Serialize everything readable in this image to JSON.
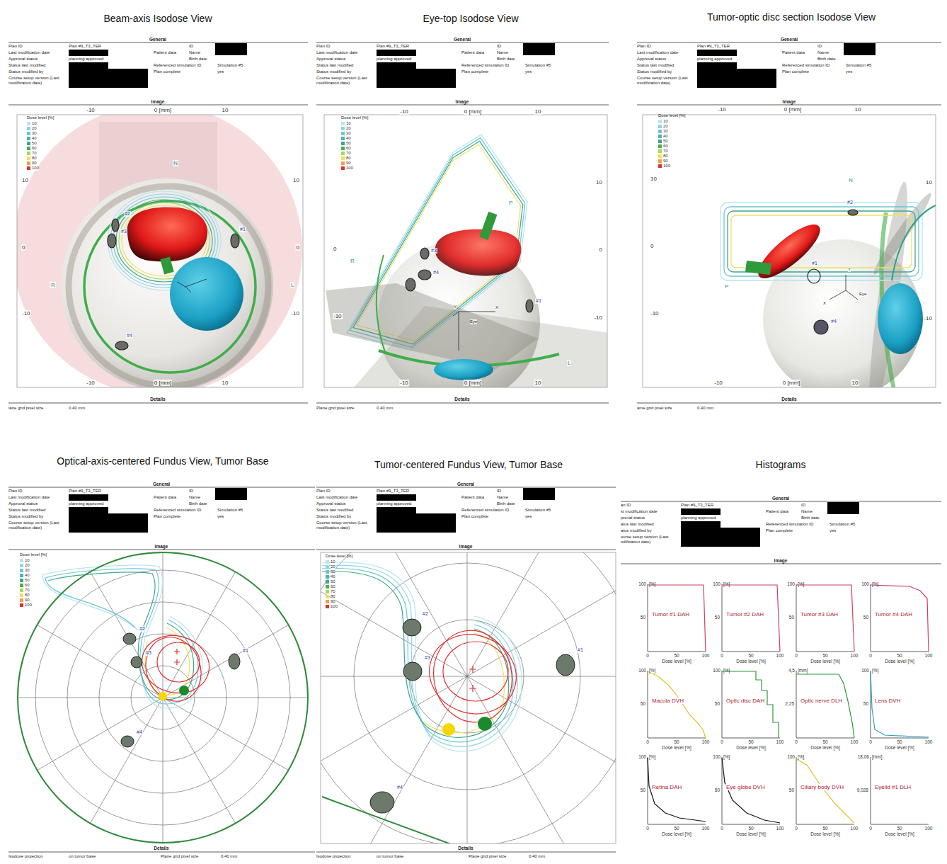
{
  "diagram": {
    "nodes": [
      {
        "text": [
          "Beam-axis Isodose View"
        ]
      },
      {
        "text": [
          "Eye-top Isodose View"
        ]
      },
      {
        "text": [
          "Tumor-optic disc section Isodose View"
        ]
      },
      {
        "text": [
          "Optical-axis-centered Fundus View, Tumor Base"
        ]
      },
      {
        "text": [
          "Tumor-centered Fundus View, Tumor Base"
        ]
      },
      {
        "text": [
          "Histograms"
        ]
      },
      {
        "text": [
          "Tumor #1 DAH"
        ],
        "in": 5
      },
      {
        "text": [
          "Tumor #2 DAH"
        ],
        "in": 5
      },
      {
        "text": [
          "Tumor #3 DAH"
        ],
        "in": 5
      },
      {
        "text": [
          "Tumor #4 DAH"
        ],
        "in": 5
      },
      {
        "text": [
          "Macula DVH"
        ],
        "in": 5
      },
      {
        "text": [
          "Optic disc DAH"
        ],
        "in": 5
      },
      {
        "text": [
          "Optic nerve DLH"
        ],
        "in": 5
      },
      {
        "text": [
          "Lens DVH"
        ],
        "in": 5
      },
      {
        "text": [
          "Retina DAH"
        ],
        "in": 5
      },
      {
        "text": [
          "Eye globe DVH"
        ],
        "in": 5
      },
      {
        "text": [
          "Ciliary body DVH"
        ],
        "in": 5
      },
      {
        "text": [
          "Eyelid #1 DLH"
        ],
        "in": 5
      }
    ],
    "labels": [
      "General",
      "Plan ID",
      "Last modification date",
      "Approval status",
      "Status last modified",
      "Status modified by",
      "Course setup version (Last modification date)",
      "Plan #9_T3_TER",
      "planning approved",
      "Patient data",
      "ID",
      "Name",
      "Birth date",
      "Referenced simulation ID",
      "Simulation #5",
      "Plan complete",
      "yes",
      "Image",
      "Dose level [%]",
      "-10",
      "0 [mm]",
      "10",
      "-10",
      "0 [mm]",
      "10",
      "10",
      "0",
      "-10",
      "10",
      "0",
      "-10",
      "#2",
      "#3",
      "#1",
      "#4",
      "N",
      "R",
      "L",
      "Details",
      "lane grid pixel size",
      "0.40 mm",
      "General",
      "Plan ID",
      "Last modification date",
      "Approval status",
      "Status last modified",
      "Status modified by",
      "Course setup version (Last modification date)",
      "Plan #9_T3_TER",
      "planning approved",
      "Patient data",
      "ID",
      "Name",
      "Birth date",
      "Referenced simulation ID",
      "Simulation #5",
      "Plan complete",
      "yes",
      "Image",
      "Dose level [%]",
      "-10",
      "0 [mm]",
      "10",
      "-10",
      "0 [mm]",
      "10",
      "0",
      "-10",
      "10",
      "0",
      "-10",
      "#3",
      "#4",
      "#1",
      "P",
      "R",
      "L",
      "Y",
      "X",
      "Eye",
      "Details",
      "Plane grid pixel size",
      "0.40 mm",
      "General",
      "Plan ID",
      "Last modification date",
      "Approval status",
      "Status last modified",
      "Status modified by",
      "Course setup version (Last modification date)",
      "Plan #9_T3_TER",
      "planning approved",
      "Patient data",
      "ID",
      "Name",
      "Birth date",
      "Referenced simulation ID",
      "Simulation #5",
      "Plan complete",
      "yes",
      "Image",
      "Dose level [%]",
      "-10",
      "0 [mm]",
      "10",
      "-10",
      "0 [mm]",
      "10",
      "10",
      "0",
      "-10",
      "10",
      "-10",
      "#2",
      "#1",
      "#4",
      "N",
      "P",
      "Y",
      "X",
      "Eye",
      "Details",
      "ame grid pixel size",
      "0.40 mm",
      "General",
      "Plan ID",
      "Last modification date",
      "Approval status",
      "Status last modified",
      "Status modified by",
      "Course setup version (Last modification date)",
      "Plan #9_T3_TER",
      "planning approved",
      "Patient data",
      "ID",
      "Name",
      "Birth date",
      "Referenced simulation ID",
      "Simulation #5",
      "Plan complete",
      "yes",
      "Image",
      "Dose level [%]",
      "#2",
      "#3",
      "#1",
      "#4",
      "Details",
      "Isodose projection",
      "on tumor base",
      "Plane grid pixel size",
      "0.40 mm",
      "General",
      "Plan ID",
      "Last modification date",
      "Approval status",
      "Status last modified",
      "Status modified by",
      "Course setup version (Last modification date)",
      "Plan #9_T3_TER",
      "planning approved",
      "Patient data",
      "ID",
      "Name",
      "Birth date",
      "Referenced simulation ID",
      "Simulation #5",
      "Plan complete",
      "yes",
      "Image",
      "Dose level [%]",
      "#2",
      "#3",
      "#1",
      "#4",
      "Details",
      "Isodose projection",
      "on tumor base",
      "Plane grid pixel size",
      "0.40 mm",
      "General",
      "an ID",
      "st modification date",
      "proval status",
      "atus last modified",
      "atus modified by",
      "ourse setup version (Last odification date)",
      "Plan #9_T3_TER",
      "planning approved",
      "Patient data",
      "ID",
      "Name",
      "Birth date",
      "Referenced simulation ID",
      "Simulation #5",
      "Plan complete",
      "yes",
      "Image",
      "100",
      "[%]",
      "50",
      "0",
      "50",
      "100",
      "Dose level [%]",
      "100",
      "[%]",
      "50",
      "0",
      "50",
      "100",
      "Dose level [%]",
      "100",
      "[%]",
      "50",
      "0",
      "50",
      "100",
      "Dose level [%]",
      "100",
      "[%]",
      "50",
      "0",
      "50",
      "100",
      "Dose level [%]",
      "100",
      "[%]",
      "50",
      "0",
      "50",
      "100",
      "Dose level [%]",
      "100",
      "[%]",
      "50",
      "0",
      "50",
      "100",
      "Dose level [%]",
      "4,5",
      "[mm]",
      "2,25",
      "0",
      "50",
      "100",
      "Dose level [%]",
      "100",
      "[%]",
      "50",
      "0",
      "50",
      "100",
      "Dose level [%]",
      "100",
      "[%]",
      "50",
      "0",
      "50",
      "100",
      "Dose level [%]",
      "100",
      "[%]",
      "50",
      "0",
      "50",
      "100",
      "Dose level [%]",
      "100",
      "[%]",
      "50",
      "0",
      "50",
      "100",
      "Dose level [%]",
      "18,06",
      "[mm]",
      "9,028",
      "0",
      "50",
      "100",
      "Dose level [%]"
    ],
    "legend": [
      {
        "text": "10",
        "color": "#b8e4f0"
      },
      {
        "text": "20",
        "color": "#8fd3e8"
      },
      {
        "text": "30",
        "color": "#6cc4d8"
      },
      {
        "text": "40",
        "color": "#4fb3b8"
      },
      {
        "text": "50",
        "color": "#3fa88a"
      },
      {
        "text": "60",
        "color": "#4caf50"
      },
      {
        "text": "70",
        "color": "#a8d85a"
      },
      {
        "text": "80",
        "color": "#f0e060"
      },
      {
        "text": "90",
        "color": "#f0a040"
      },
      {
        "text": "100",
        "color": "#e03030"
      },
      {
        "text": "10",
        "color": "#b8e4f0"
      },
      {
        "text": "20",
        "color": "#8fd3e8"
      },
      {
        "text": "30",
        "color": "#6cc4d8"
      },
      {
        "text": "40",
        "color": "#4fb3b8"
      },
      {
        "text": "50",
        "color": "#3fa88a"
      },
      {
        "text": "60",
        "color": "#4caf50"
      },
      {
        "text": "70",
        "color": "#a8d85a"
      },
      {
        "text": "80",
        "color": "#f0e060"
      },
      {
        "text": "90",
        "color": "#f0a040"
      },
      {
        "text": "100",
        "color": "#e03030"
      },
      {
        "text": "10",
        "color": "#b8e4f0"
      },
      {
        "text": "20",
        "color": "#8fd3e8"
      },
      {
        "text": "30",
        "color": "#6cc4d8"
      },
      {
        "text": "40",
        "color": "#4fb3b8"
      },
      {
        "text": "50",
        "color": "#3fa88a"
      },
      {
        "text": "60",
        "color": "#4caf50"
      },
      {
        "text": "70",
        "color": "#a8d85a"
      },
      {
        "text": "80",
        "color": "#f0e060"
      },
      {
        "text": "90",
        "color": "#f0a040"
      },
      {
        "text": "100",
        "color": "#e03030"
      },
      {
        "text": "10",
        "color": "#b8e4f0"
      },
      {
        "text": "20",
        "color": "#8fd3e8"
      },
      {
        "text": "30",
        "color": "#6cc4d8"
      },
      {
        "text": "40",
        "color": "#4fb3b8"
      },
      {
        "text": "50",
        "color": "#3fa88a"
      },
      {
        "text": "60",
        "color": "#4caf50"
      },
      {
        "text": "70",
        "color": "#a8d85a"
      },
      {
        "text": "80",
        "color": "#f0e060"
      },
      {
        "text": "90",
        "color": "#f0a040"
      },
      {
        "text": "100",
        "color": "#e03030"
      },
      {
        "text": "10",
        "color": "#b8e4f0"
      },
      {
        "text": "20",
        "color": "#8fd3e8"
      },
      {
        "text": "30",
        "color": "#6cc4d8"
      },
      {
        "text": "40",
        "color": "#4fb3b8"
      },
      {
        "text": "50",
        "color": "#3fa88a"
      },
      {
        "text": "60",
        "color": "#4caf50"
      },
      {
        "text": "70",
        "color": "#a8d85a"
      },
      {
        "text": "80",
        "color": "#f0e060"
      },
      {
        "text": "90",
        "color": "#f0a040"
      },
      {
        "text": "100",
        "color": "#e03030"
      }
    ]
  }
}
